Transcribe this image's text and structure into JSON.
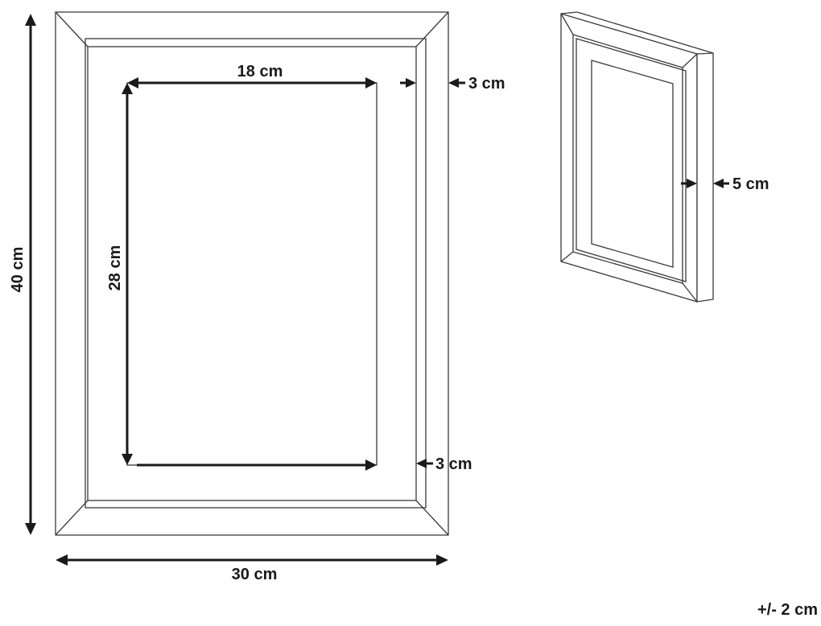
{
  "front_view": {
    "overall_height": "40 cm",
    "overall_width": "30 cm",
    "picture_height": "28 cm",
    "picture_width": "18 cm",
    "frame_border_top": "3 cm",
    "frame_border_bottom": "3 cm"
  },
  "side_view": {
    "depth": "5 cm"
  },
  "tolerance": "+/- 2 cm"
}
